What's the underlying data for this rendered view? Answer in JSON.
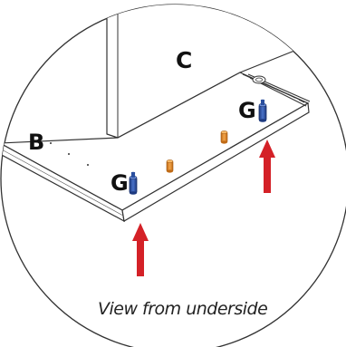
{
  "labels": {
    "panel_c": "C",
    "panel_b": "B",
    "part_g_left": "G",
    "part_g_right": "G"
  },
  "caption": "View from underside",
  "colors": {
    "outline": "#333333",
    "fitting_blue": "#2a4f9e",
    "dowel_orange": "#e08a2a",
    "arrow_red": "#d42127"
  },
  "icons": {
    "arrow": "arrow-up-icon",
    "fitting": "cam-bolt-icon",
    "dowel": "wooden-dowel-icon"
  }
}
